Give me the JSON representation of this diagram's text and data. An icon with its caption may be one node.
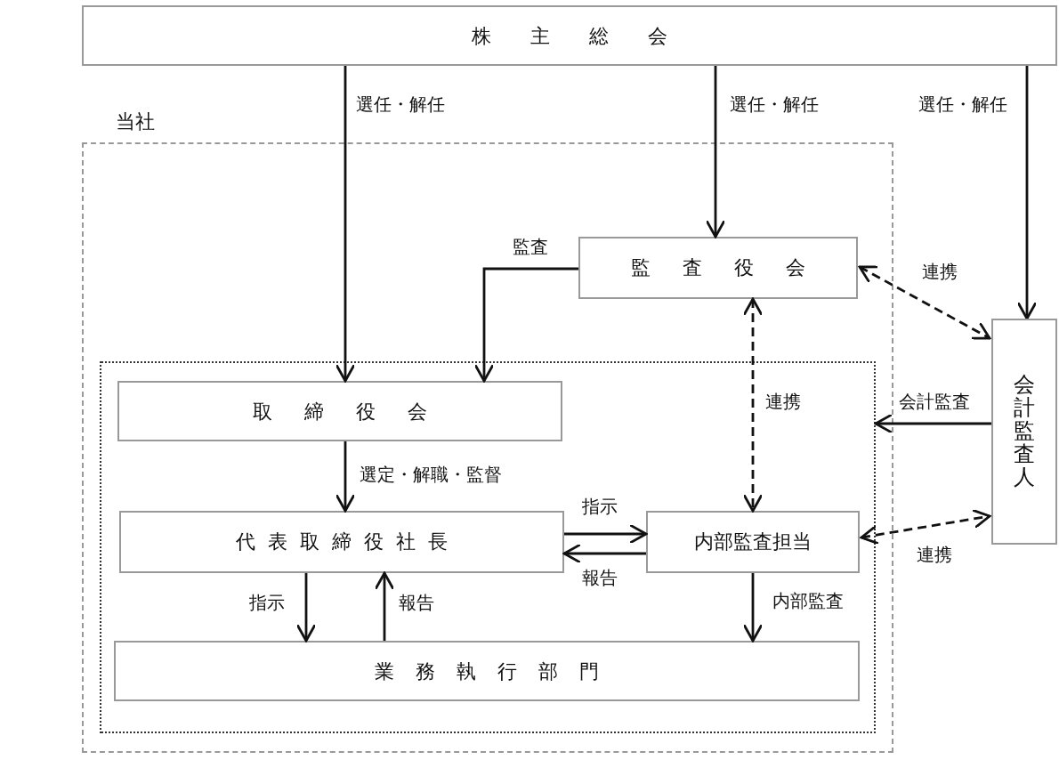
{
  "diagram": {
    "nodes": [
      {
        "text": [
          "株主総会"
        ]
      },
      {
        "text": [
          "当社"
        ]
      },
      {
        "text": [
          "監査役会"
        ],
        "in": 1
      },
      {
        "text": [],
        "shape": "box",
        "in": 1
      },
      {
        "text": [
          "取締役会"
        ],
        "in": 3
      },
      {
        "text": [
          "代表取締役社長"
        ],
        "in": 3
      },
      {
        "text": [
          "内部監査担当"
        ],
        "in": 3
      },
      {
        "text": [
          "業務執行部門"
        ],
        "in": 3
      },
      {
        "text": [
          "会計監査人"
        ]
      }
    ],
    "edges": [
      {
        "from": 0,
        "to": 4,
        "arrow": "to",
        "label": "選任・解任"
      },
      {
        "from": 0,
        "to": 2,
        "arrow": "to",
        "label": "選任・解任"
      },
      {
        "from": 0,
        "to": 8,
        "arrow": "to",
        "label": "選任・解任"
      },
      {
        "from": 2,
        "to": 4,
        "arrow": "to",
        "label": "監査"
      },
      {
        "from": 2,
        "to": 8,
        "arrow": "both",
        "label": "連携",
        "style": "dashed"
      },
      {
        "from": 2,
        "to": 6,
        "arrow": "both",
        "label": "連携",
        "style": "dashed"
      },
      {
        "from": 8,
        "to": 3,
        "arrow": "to",
        "label": "会計監査"
      },
      {
        "from": 4,
        "to": 5,
        "arrow": "to",
        "label": "選定・解職・監督"
      },
      {
        "from": 5,
        "to": 6,
        "arrow": "to",
        "label": "指示"
      },
      {
        "from": 6,
        "to": 5,
        "arrow": "to",
        "label": "報告"
      },
      {
        "from": 5,
        "to": 7,
        "arrow": "to",
        "label": "指示"
      },
      {
        "from": 7,
        "to": 5,
        "arrow": "to",
        "label": "報告"
      },
      {
        "from": 6,
        "to": 7,
        "arrow": "to",
        "label": "内部監査"
      },
      {
        "from": 6,
        "to": 8,
        "arrow": "both",
        "label": "連携",
        "style": "dashed"
      }
    ]
  }
}
